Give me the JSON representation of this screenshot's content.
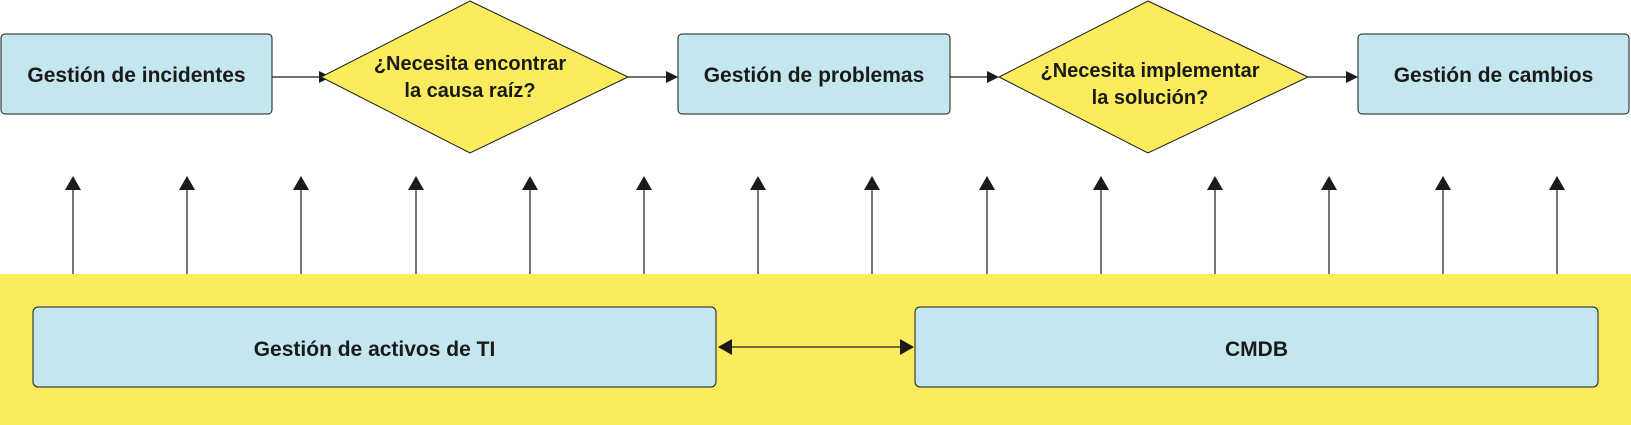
{
  "nodes": {
    "incidents": "Gestión de incidentes",
    "decision_root_cause": [
      "¿Necesita encontrar",
      "la causa raíz?"
    ],
    "problems": "Gestión de problemas",
    "decision_implement": [
      "¿Necesita implementar",
      "la solución?"
    ],
    "changes": "Gestión de cambios",
    "it_assets": "Gestión de activos de TI",
    "cmdb": "CMDB"
  },
  "colors": {
    "box_fill": "#c3e6ef",
    "decision_fill": "#fbec5d",
    "band_fill": "#fbec5d",
    "stroke": "#1a1a1a"
  }
}
